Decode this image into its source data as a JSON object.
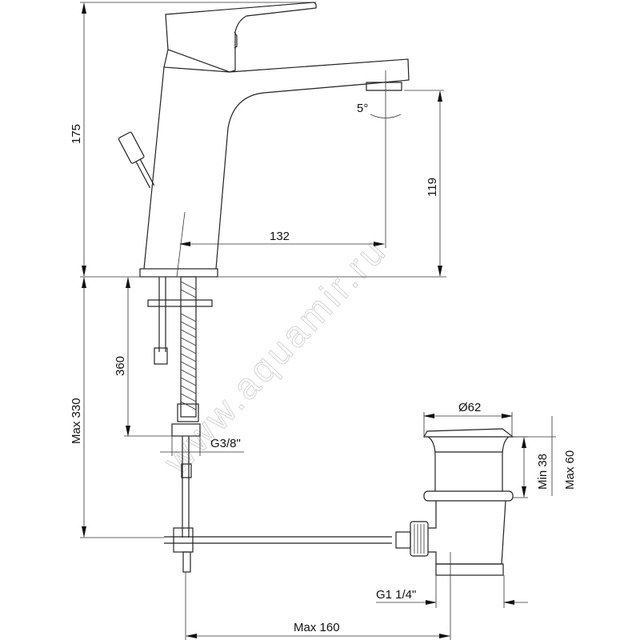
{
  "drawing": {
    "dimensions": {
      "total_height": "175",
      "tilt_angle": "5°",
      "spout_reach": "132",
      "spout_height": "119",
      "hose_length": "360",
      "max_depth": "Max 330",
      "hose_thread": "G3/8\"",
      "plug_diameter": "Ø62",
      "min_height": "Min 38",
      "max_height": "Max 60",
      "waste_thread": "G1 1/4\"",
      "max_reach": "Max 160"
    },
    "watermark": "www.aquamir.ru"
  }
}
